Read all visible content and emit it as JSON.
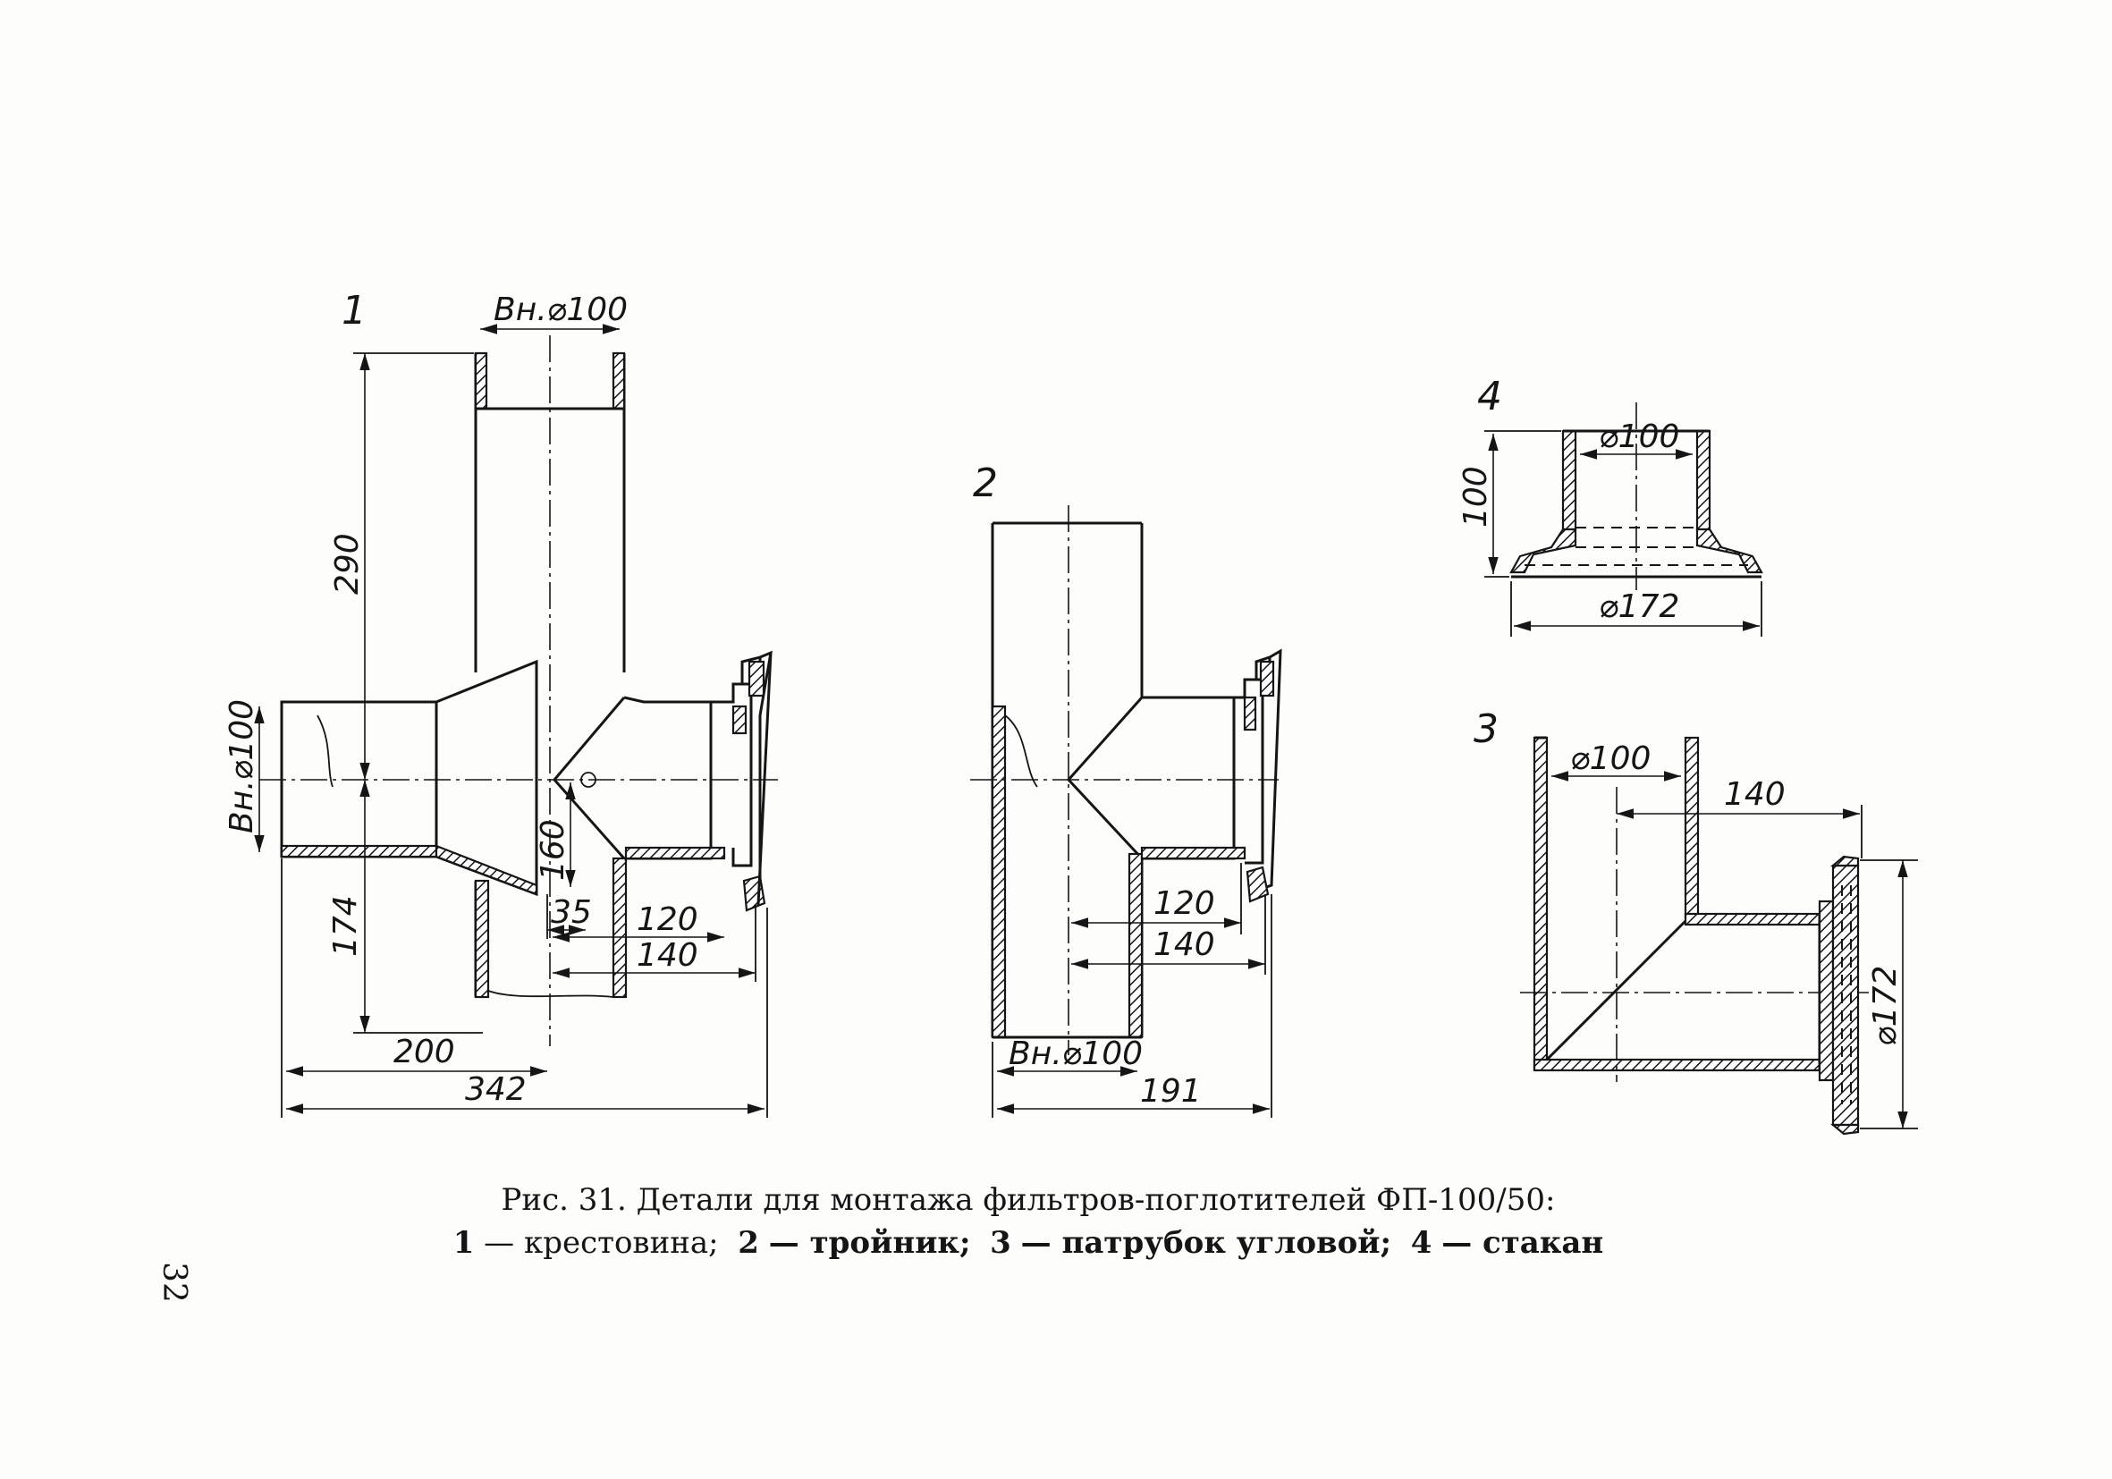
{
  "figure": {
    "parts": {
      "p1": {
        "number": "1",
        "dims": {
          "top_bore": "Вн.⌀100",
          "height": "290",
          "side_bore": "Вн.⌀100",
          "lower": "174",
          "center": "160",
          "d35": "35",
          "d120": "120",
          "d140": "140",
          "d200": "200",
          "d342": "342"
        }
      },
      "p2": {
        "number": "2",
        "dims": {
          "d120": "120",
          "d140": "140",
          "bore": "Вн.⌀100",
          "d191": "191"
        }
      },
      "p3": {
        "number": "3",
        "dims": {
          "bore": "⌀100",
          "d140": "140",
          "flange": "⌀172"
        }
      },
      "p4": {
        "number": "4",
        "dims": {
          "bore": "⌀100",
          "height": "100",
          "flange": "⌀172"
        }
      }
    }
  },
  "caption": {
    "line1": "Рис. 31. Детали для монтажа фильтров-поглотителей ФП-100/50:",
    "items": [
      {
        "num": "1",
        "text": "— крестовина;"
      },
      {
        "num": "2",
        "text": "— тройник;"
      },
      {
        "num": "3",
        "text": "— патрубок угловой;"
      },
      {
        "num": "4",
        "text": "— стакан"
      }
    ]
  },
  "page_number": "32"
}
